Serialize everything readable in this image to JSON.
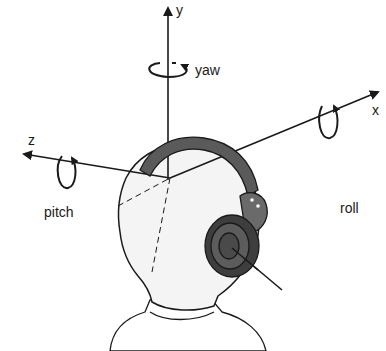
{
  "diagram": {
    "labels": [
      "y",
      "yaw",
      "x",
      "roll",
      "z",
      "pitch"
    ]
  }
}
